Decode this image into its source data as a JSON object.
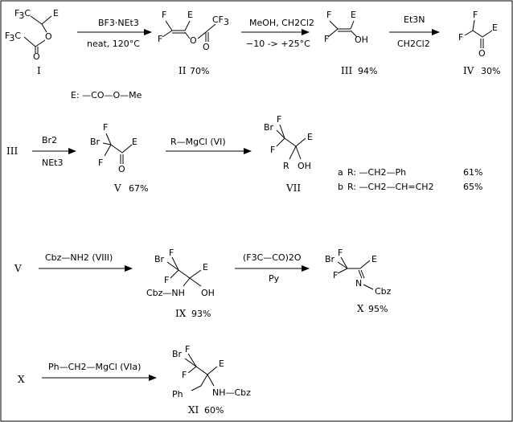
{
  "scheme": {
    "compound_I": "I",
    "compound_II": "II",
    "compound_II_yield": "70%",
    "compound_III": "III",
    "compound_III_yield": "94%",
    "compound_IV": "IV",
    "compound_IV_yield": "30%",
    "compound_V": "V",
    "compound_V_yield": "67%",
    "compound_VII": "VII",
    "compound_IX": "IX",
    "compound_IX_yield": "93%",
    "compound_X": "X",
    "compound_X_yield": "95%",
    "compound_XI": "XI",
    "compound_XI_yield": "60%",
    "start_III": "III",
    "start_V": "V",
    "start_X": "X",
    "E_definition": "E: —CO—O—Me",
    "r1_reagent": "BF3·NEt3",
    "r1_condition": "neat, 120°C",
    "r2_reagent": "MeOH, CH2Cl2",
    "r2_condition": "−10 -> +25°C",
    "r3_reagent": "Et3N",
    "r3_condition": "CH2Cl2",
    "r4_reagent": "Br2",
    "r4_condition": "NEt3",
    "r5_reagent": "R—MgCl (VI)",
    "r6_reagent": "Cbz—NH2 (VIII)",
    "r7_reagent": "(F3C—CO)2O",
    "r7_condition": "Py",
    "r8_reagent": "Ph—CH2—MgCl (VIa)",
    "sub_a_label": "a",
    "sub_a_group": "R: —CH2—Ph",
    "sub_a_yield": "61%",
    "sub_b_label": "b",
    "sub_b_group": "R: —CH2—CH=CH2",
    "sub_b_yield": "65%"
  }
}
